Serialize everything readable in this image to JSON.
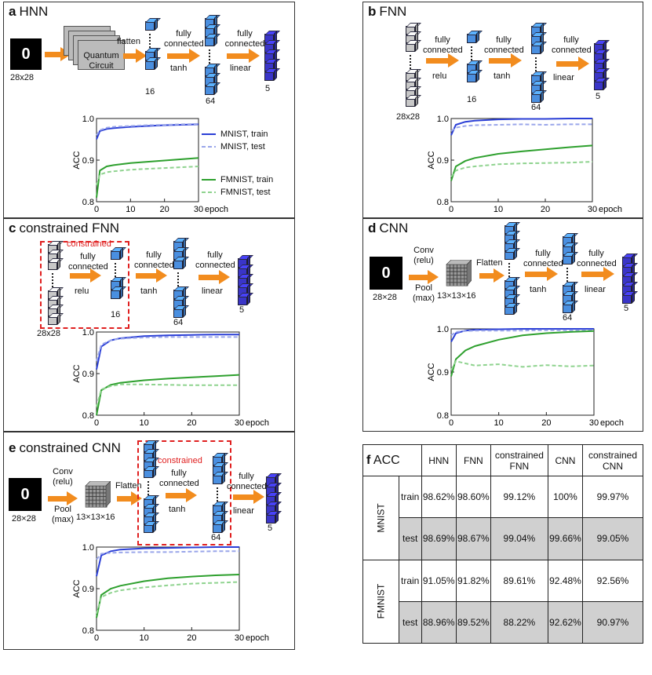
{
  "panels": {
    "a": {
      "letter": "a",
      "title": "HNN",
      "input_digit": "0",
      "input_size": "28x28",
      "qc_label": "Quantum Circuit",
      "flatten": "flatten",
      "fc1": "fully connected",
      "act1": "tanh",
      "fc2": "fully connected",
      "act2": "linear",
      "n1": "16",
      "n2": "64",
      "n3": "5"
    },
    "b": {
      "letter": "b",
      "title": "FNN",
      "input_size": "28x28",
      "fc1": "fully connected",
      "act1": "relu",
      "fc2": "fully connected",
      "act2": "tanh",
      "fc3": "fully connected",
      "act3": "linear",
      "n1": "16",
      "n2": "64",
      "n3": "5"
    },
    "c": {
      "letter": "c",
      "title": "constrained FNN",
      "constrained": "constrained",
      "input_size": "28x28",
      "fc1": "fully connected",
      "act1": "relu",
      "fc2": "fully connected",
      "act2": "tanh",
      "fc3": "fully connected",
      "act3": "linear",
      "n1": "16",
      "n2": "64",
      "n3": "5"
    },
    "d": {
      "letter": "d",
      "title": "CNN",
      "input_digit": "0",
      "input_size": "28×28",
      "conv": "Conv (relu)",
      "pool": "Pool (max)",
      "feat": "13×13×16",
      "flatten": "Flatten",
      "fc1": "fully connected",
      "act1": "tanh",
      "fc2": "fully connected",
      "act2": "linear",
      "n2": "64",
      "n3": "5"
    },
    "e": {
      "letter": "e",
      "title": "constrained CNN",
      "constrained": "constrained",
      "input_digit": "0",
      "input_size": "28×28",
      "conv": "Conv (relu)",
      "pool": "Pool (max)",
      "feat": "13×13×16",
      "flatten": "Flatten",
      "fc1": "fully connected",
      "act1": "tanh",
      "fc2": "fully connected",
      "act2": "linear",
      "n2": "64",
      "n3": "5"
    }
  },
  "legend": {
    "mnist_train": "MNIST, train",
    "mnist_test": "MNIST, test",
    "fmnist_train": "FMNIST, train",
    "fmnist_test": "FMNIST, test"
  },
  "colors": {
    "mnist": "#2b3fd6",
    "mnist_test": "#9aa6ea",
    "fmnist": "#2ea02e",
    "fmnist_test": "#8fd38f",
    "arrow": "#f28c1e",
    "cube": "#4a8fe0",
    "cube_out": "#3a35c8",
    "cube_gray": "#c8c8c8",
    "constrained": "#e02020"
  },
  "chart_data": [
    {
      "panel": "a",
      "type": "line",
      "xlabel": "epoch",
      "ylabel": "ACC",
      "xlim": [
        0,
        30
      ],
      "ylim": [
        0.8,
        1.0
      ],
      "xticks": [
        0,
        10,
        20,
        30
      ],
      "yticks": [
        0.8,
        0.9,
        1.0
      ],
      "series": [
        {
          "name": "MNIST, train",
          "x": [
            0,
            1,
            3,
            5,
            10,
            15,
            20,
            25,
            30
          ],
          "values": [
            0.95,
            0.97,
            0.975,
            0.977,
            0.98,
            0.982,
            0.984,
            0.985,
            0.986
          ]
        },
        {
          "name": "MNIST, test",
          "x": [
            0,
            1,
            3,
            5,
            10,
            15,
            20,
            25,
            30
          ],
          "values": [
            0.96,
            0.972,
            0.978,
            0.98,
            0.982,
            0.984,
            0.985,
            0.986,
            0.987
          ]
        },
        {
          "name": "FMNIST, train",
          "x": [
            0,
            1,
            3,
            5,
            10,
            15,
            20,
            25,
            30
          ],
          "values": [
            0.81,
            0.875,
            0.885,
            0.888,
            0.893,
            0.896,
            0.899,
            0.902,
            0.905
          ]
        },
        {
          "name": "FMNIST, test",
          "x": [
            0,
            1,
            3,
            5,
            10,
            15,
            20,
            25,
            30
          ],
          "values": [
            0.84,
            0.865,
            0.871,
            0.873,
            0.877,
            0.879,
            0.881,
            0.883,
            0.885
          ]
        }
      ]
    },
    {
      "panel": "b",
      "type": "line",
      "xlabel": "epoch",
      "ylabel": "ACC",
      "xlim": [
        0,
        30
      ],
      "ylim": [
        0.8,
        1.0
      ],
      "xticks": [
        0,
        10,
        20,
        30
      ],
      "yticks": [
        0.8,
        0.9,
        1.0
      ],
      "series": [
        {
          "name": "MNIST, train",
          "x": [
            0,
            1,
            3,
            5,
            10,
            15,
            20,
            25,
            30
          ],
          "values": [
            0.96,
            0.985,
            0.992,
            0.995,
            0.998,
            0.999,
            0.999,
            1.0,
            1.0
          ]
        },
        {
          "name": "MNIST, test",
          "x": [
            0,
            1,
            3,
            5,
            10,
            15,
            20,
            25,
            30
          ],
          "values": [
            0.97,
            0.978,
            0.982,
            0.984,
            0.985,
            0.986,
            0.985,
            0.986,
            0.986
          ]
        },
        {
          "name": "FMNIST, train",
          "x": [
            0,
            1,
            3,
            5,
            10,
            15,
            20,
            25,
            30
          ],
          "values": [
            0.85,
            0.885,
            0.898,
            0.905,
            0.915,
            0.921,
            0.926,
            0.931,
            0.935
          ]
        },
        {
          "name": "FMNIST, test",
          "x": [
            0,
            1,
            3,
            5,
            10,
            15,
            20,
            25,
            30
          ],
          "values": [
            0.86,
            0.875,
            0.882,
            0.885,
            0.89,
            0.892,
            0.893,
            0.894,
            0.896
          ]
        }
      ]
    },
    {
      "panel": "c",
      "type": "line",
      "xlabel": "epoch",
      "ylabel": "ACC",
      "xlim": [
        0,
        30
      ],
      "ylim": [
        0.8,
        1.0
      ],
      "xticks": [
        0,
        10,
        20,
        30
      ],
      "yticks": [
        0.8,
        0.9,
        1.0
      ],
      "series": [
        {
          "name": "MNIST, train",
          "x": [
            0,
            1,
            3,
            5,
            10,
            15,
            20,
            25,
            30
          ],
          "values": [
            0.91,
            0.965,
            0.98,
            0.985,
            0.99,
            0.992,
            0.993,
            0.994,
            0.994
          ]
        },
        {
          "name": "MNIST, test",
          "x": [
            0,
            1,
            3,
            5,
            10,
            15,
            20,
            25,
            30
          ],
          "values": [
            0.93,
            0.97,
            0.98,
            0.984,
            0.987,
            0.988,
            0.988,
            0.988,
            0.988
          ]
        },
        {
          "name": "FMNIST, train",
          "x": [
            0,
            1,
            3,
            5,
            10,
            15,
            20,
            25,
            30
          ],
          "values": [
            0.8,
            0.86,
            0.873,
            0.878,
            0.884,
            0.888,
            0.891,
            0.894,
            0.897
          ]
        },
        {
          "name": "FMNIST, test",
          "x": [
            0,
            1,
            3,
            5,
            10,
            15,
            20,
            25,
            30
          ],
          "values": [
            0.82,
            0.862,
            0.87,
            0.874,
            0.874,
            0.873,
            0.872,
            0.872,
            0.872
          ]
        }
      ]
    },
    {
      "panel": "d",
      "type": "line",
      "xlabel": "epoch",
      "ylabel": "ACC",
      "xlim": [
        0,
        30
      ],
      "ylim": [
        0.8,
        1.0
      ],
      "xticks": [
        0,
        10,
        20,
        30
      ],
      "yticks": [
        0.8,
        0.9,
        1.0
      ],
      "series": [
        {
          "name": "MNIST, train",
          "x": [
            0,
            1,
            3,
            5,
            10,
            15,
            20,
            25,
            30
          ],
          "values": [
            0.97,
            0.99,
            0.996,
            0.998,
            0.999,
            1.0,
            1.0,
            1.0,
            1.0
          ]
        },
        {
          "name": "MNIST, test",
          "x": [
            0,
            1,
            3,
            5,
            10,
            15,
            20,
            25,
            30
          ],
          "values": [
            0.985,
            0.993,
            0.995,
            0.996,
            0.996,
            0.996,
            0.997,
            0.997,
            0.997
          ]
        },
        {
          "name": "FMNIST, train",
          "x": [
            0,
            1,
            3,
            5,
            10,
            15,
            20,
            25,
            30
          ],
          "values": [
            0.89,
            0.93,
            0.95,
            0.96,
            0.975,
            0.985,
            0.99,
            0.993,
            0.995
          ]
        },
        {
          "name": "FMNIST, test",
          "x": [
            0,
            1,
            3,
            5,
            10,
            15,
            20,
            25,
            30
          ],
          "values": [
            0.905,
            0.925,
            0.92,
            0.915,
            0.918,
            0.912,
            0.916,
            0.913,
            0.915
          ]
        }
      ]
    },
    {
      "panel": "e",
      "type": "line",
      "xlabel": "epoch",
      "ylabel": "ACC",
      "xlim": [
        0,
        30
      ],
      "ylim": [
        0.8,
        1.0
      ],
      "xticks": [
        0,
        10,
        20,
        30
      ],
      "yticks": [
        0.8,
        0.9,
        1.0
      ],
      "series": [
        {
          "name": "MNIST, train",
          "x": [
            0,
            1,
            3,
            5,
            10,
            15,
            20,
            25,
            30
          ],
          "values": [
            0.93,
            0.98,
            0.99,
            0.994,
            0.997,
            0.998,
            0.999,
            1.0,
            1.0
          ]
        },
        {
          "name": "MNIST, test",
          "x": [
            0,
            1,
            3,
            5,
            10,
            15,
            20,
            25,
            30
          ],
          "values": [
            0.97,
            0.984,
            0.986,
            0.987,
            0.988,
            0.988,
            0.989,
            0.99,
            0.99
          ]
        },
        {
          "name": "FMNIST, train",
          "x": [
            0,
            1,
            3,
            5,
            10,
            15,
            20,
            25,
            30
          ],
          "values": [
            0.83,
            0.885,
            0.9,
            0.907,
            0.918,
            0.925,
            0.929,
            0.932,
            0.934
          ]
        },
        {
          "name": "FMNIST, test",
          "x": [
            0,
            1,
            3,
            5,
            10,
            15,
            20,
            25,
            30
          ],
          "values": [
            0.84,
            0.88,
            0.89,
            0.896,
            0.903,
            0.908,
            0.912,
            0.914,
            0.916
          ]
        }
      ]
    },
    {
      "panel": "f",
      "type": "table",
      "title": "ACC",
      "columns": [
        "HNN",
        "FNN",
        "constrained FNN",
        "CNN",
        "constrained CNN"
      ],
      "rows": [
        {
          "group": "MNIST",
          "split": "train",
          "values": [
            "98.62%",
            "98.60%",
            "99.12%",
            "100%",
            "99.97%"
          ]
        },
        {
          "group": "MNIST",
          "split": "test",
          "values": [
            "98.69%",
            "98.67%",
            "99.04%",
            "99.66%",
            "99.05%"
          ]
        },
        {
          "group": "FMNIST",
          "split": "train",
          "values": [
            "91.05%",
            "91.82%",
            "89.61%",
            "92.48%",
            "92.56%"
          ]
        },
        {
          "group": "FMNIST",
          "split": "test",
          "values": [
            "88.96%",
            "89.52%",
            "88.22%",
            "92.62%",
            "90.97%"
          ]
        }
      ]
    }
  ]
}
